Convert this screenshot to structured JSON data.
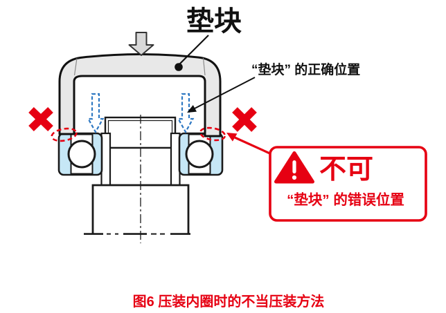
{
  "figure": {
    "spacer_title": "垫块",
    "correct_position_label": "“垫块” 的正确位置",
    "caption": "图6  压装内圈时的不当压装方法"
  },
  "warning_box": {
    "title": "不可",
    "subtitle": "“垫块” 的错误位置"
  },
  "icons": {
    "press_force_arrow": "down-arrow",
    "correct_spot_arrow": "dashed-down-arrow",
    "wrong_mark": "✕",
    "warning_triangle": "⚠"
  },
  "colors": {
    "alert_red": "#e60012",
    "guide_blue": "#2e78c2",
    "bearing_blue": "#c6e7f6",
    "tool_gray": "#e8e8e8",
    "press_arrow_gray": "#d9d9d9",
    "line_black": "#1a1a1a",
    "background": "#ffffff"
  }
}
